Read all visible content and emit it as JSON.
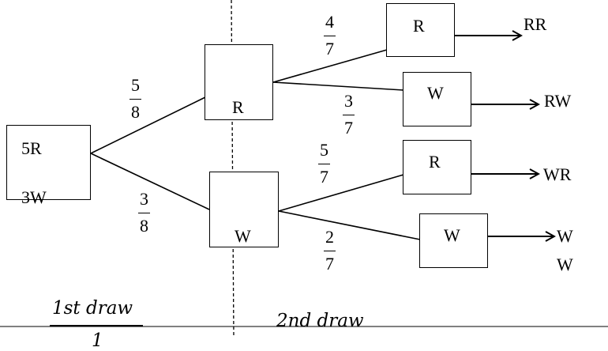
{
  "root": {
    "line1": "5R",
    "line2": "3W"
  },
  "first_draw": {
    "upper": {
      "box_label": "R",
      "prob": {
        "num": "5",
        "den": "8"
      }
    },
    "lower": {
      "box_label": "W",
      "prob": {
        "num": "3",
        "den": "8"
      }
    }
  },
  "second_draw": [
    {
      "box_label": "R",
      "prob": {
        "num": "4",
        "den": "7"
      },
      "outcome": "RR"
    },
    {
      "box_label": "W",
      "prob": {
        "num": "3",
        "den": "7"
      },
      "outcome": "RW"
    },
    {
      "box_label": "R",
      "prob": {
        "num": "5",
        "den": "7"
      },
      "outcome": "WR"
    },
    {
      "box_label": "W",
      "prob": {
        "num": "2",
        "den": "7"
      },
      "outcome_line1": "W",
      "outcome_line2": "W"
    }
  ],
  "labels": {
    "first": "1st draw",
    "second": "2nd draw",
    "first_below": "1"
  }
}
